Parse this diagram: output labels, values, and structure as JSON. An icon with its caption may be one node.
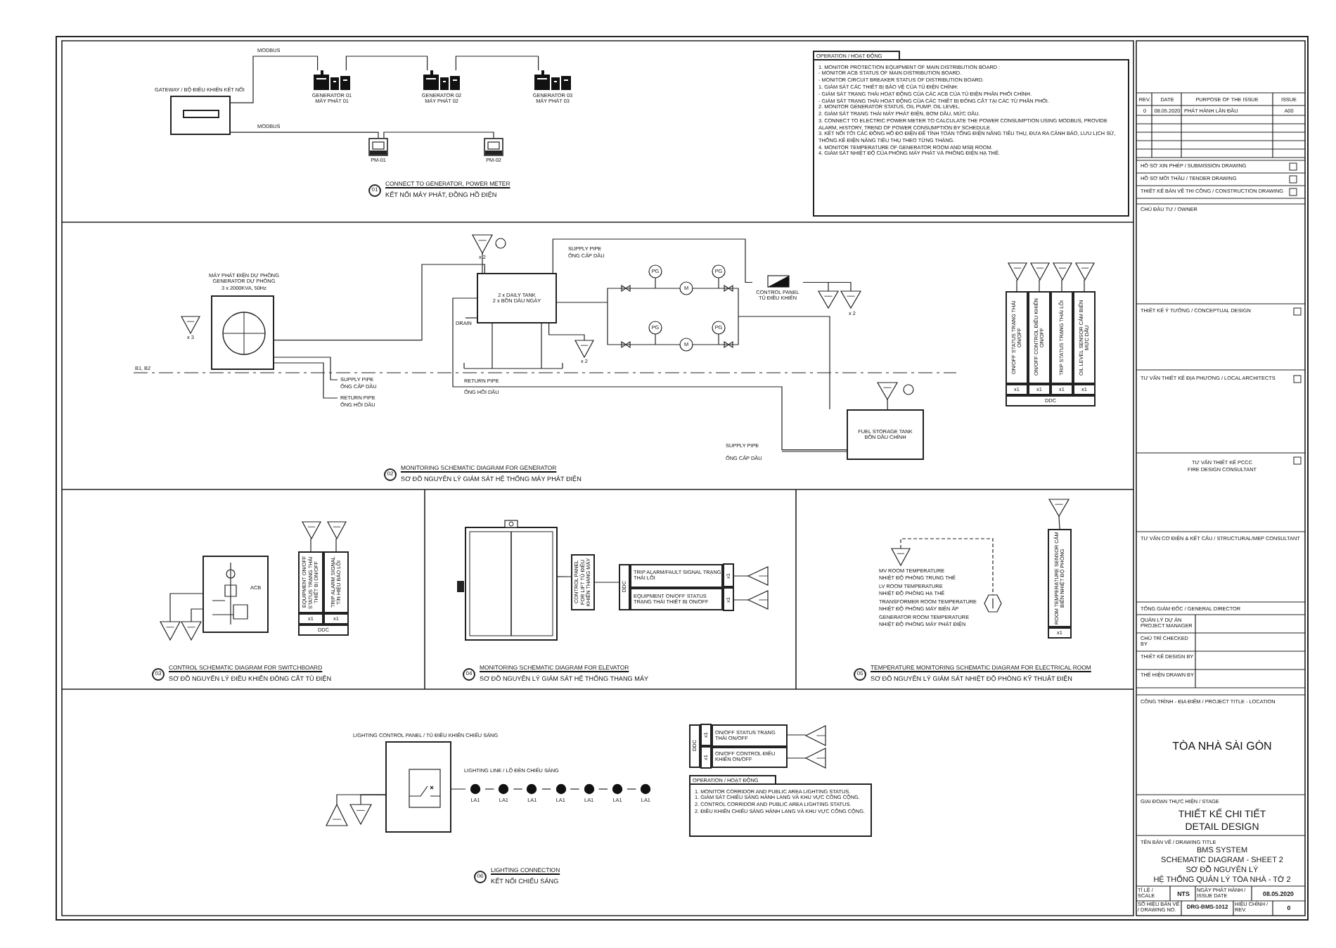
{
  "diagram": {
    "nodes": [
      {
        "text": [
          "GATEWAY / BỘ ĐIỀU KHIỂN KẾT NỐI"
        ]
      },
      {
        "text": [
          "GENERATOR 01",
          "MÁY PHÁT 01"
        ]
      },
      {
        "text": [
          "GENERATOR 02",
          "MÁY PHÁT 02"
        ]
      },
      {
        "text": [
          "GENERATOR 03",
          "MÁY PHÁT 03"
        ]
      },
      {
        "text": [
          "PM-01"
        ]
      },
      {
        "text": [
          "PM-02"
        ]
      },
      {
        "text": [
          "OPERATION / HOẠT ĐỘNG",
          "1. MONITOR PROTECTION EQUIPMENT OF MAIN DISTRIBUTION BOARD :",
          "- MONITOR ACB STATUS OF MAIN DISTRIBUTION BOARD.",
          "- MONITOR CIRCUIT BREAKER STATUS OF DISTRIBUTION BOARD.",
          "1. GIÁM SÁT CÁC THIẾT BỊ BẢO VỆ CỦA TỦ ĐIỆN CHÍNH:",
          "- GIÁM SÁT TRẠNG THÁI HOẠT ĐỘNG CỦA CÁC ACB CỦA TỦ ĐIỆN PHÂN PHỐI CHÍNH.",
          "- GIÁM SÁT TRẠNG THÁI HOẠT ĐỘNG CỦA CÁC THIẾT BỊ ĐÓNG CẮT TẠI CÁC TỦ PHÂN PHỐI.",
          "2. MONITOR GENERATOR STATUS, OIL PUMP, OIL LEVEL.",
          "2. GIÁM SÁT TRẠNG THÁI MÁY PHÁT ĐIỆN, BƠM DẦU, MỨC DẦU.",
          "3. CONNECT TO ELECTRIC POWER METER TO CALCULATE THE POWER CONSUMPTION USING MODBUS, PROVIDE ALARM, HISTORY, TREND OF POWER CONSUMPTION BY SCHEDULE.",
          "3. KẾT NỐI TỚI CÁC ĐỒNG HỒ ĐO ĐIỆN ĐỂ TÍNH TOÁN TỔNG ĐIỆN NĂNG TIÊU THỤ, ĐƯA RA CẢNH BÁO, LƯU LỊCH SỬ, THỐNG KÊ ĐIỆN NĂNG TIÊU THỤ THEO TỪNG THÁNG.",
          "4. MONITOR TEMPERATURE OF GENERATOR ROOM AND MSB ROOM.",
          "4. GIÁM SÁT NHIỆT ĐỘ CỦA PHÒNG MÁY PHÁT VÀ PHÒNG ĐIỆN HẠ THẾ."
        ]
      },
      {
        "text": [
          "MÁY PHÁT ĐIỆN DỰ PHÒNG",
          "GENERATOR DỰ PHÒNG",
          "3 x 2000KVA, 50Hz"
        ]
      },
      {
        "text": [
          "2 x DAILY TANK",
          "2 x BỒN DẦU NGÀY"
        ]
      },
      {
        "text": [
          "CONTROL PANEL",
          "TỦ ĐIỀU KHIỂN"
        ]
      },
      {
        "text": [
          "FUEL STORAGE TANK",
          "BỒN DẦU CHÍNH"
        ]
      },
      {
        "text": [
          "ON/OFF STATUS TRẠNG THÁI ON/OFF",
          "ON/OFF CONTROL ĐIỀU KHIỂN ON/OFF",
          "TRIP STATUS TRẠNG THÁI LỖI",
          "OIL LEVEL SENSOR CẢM BIẾN MỨC DẦU",
          "x1",
          "x1",
          "x1",
          "x1",
          "DDC"
        ]
      },
      {
        "text": [],
        "shape": "triangle",
        "beside": [
          "x 3"
        ]
      },
      {
        "text": [],
        "shape": "triangle",
        "beside": [
          "x 2"
        ]
      },
      {
        "text": [],
        "shape": "triangle",
        "beside": [
          "x 2"
        ]
      },
      {
        "text": [],
        "shape": "triangle"
      },
      {
        "text": [],
        "shape": "triangle"
      },
      {
        "text": [],
        "shape": "triangle"
      },
      {
        "text": [],
        "shape": "triangle"
      },
      {
        "text": [],
        "shape": "triangle"
      },
      {
        "text": [],
        "shape": "triangle"
      },
      {
        "text": [],
        "shape": "triangle"
      },
      {
        "text": [
          "ACB"
        ]
      },
      {
        "text": [
          "EQUIPMENT ON/OFF STATUS TRẠNG THÁI THIẾT BỊ ON/OFF",
          "TRIP ALARM SIGNAL TÍN HIỆU BÁO LỖI",
          "x1",
          "x1",
          "DDC"
        ]
      },
      {
        "text": [],
        "shape": "triangle"
      },
      {
        "text": [],
        "shape": "triangle"
      },
      {
        "text": [],
        "shape": "triangle"
      },
      {
        "text": [],
        "shape": "triangle"
      },
      {
        "text": [],
        "shape": "picture"
      },
      {
        "text": [
          "CONTROL PANEL FOR LIFT TỦ ĐIỀU KHIỂN THANG MÁY"
        ]
      },
      {
        "text": [
          "DDC",
          "TRIP ALARM/FAULT SIGNAL TRẠNG THÁI LỖI",
          "x1",
          "EQUIPMENT ON/OFF STATUS TRẠNG THÁI THIẾT BỊ ON/OFF",
          "x1"
        ]
      },
      {
        "text": [],
        "shape": "triangle"
      },
      {
        "text": [],
        "shape": "triangle"
      },
      {
        "text": [],
        "shape": "triangle"
      },
      {
        "text": [],
        "shape": "hexagon"
      },
      {
        "text": [
          "ROOM TEMPERATURE SENSOR CẢM BIẾN NHIỆT ĐỘ PHÒNG",
          "x1"
        ]
      },
      {
        "text": [],
        "shape": "triangle"
      },
      {
        "text": [
          "LIGHTING CONTROL PANEL / TỦ ĐIỀU KHIỂN CHIẾU SÁNG"
        ]
      },
      {
        "text": [],
        "shape": "triangle"
      },
      {
        "text": [],
        "shape": "triangle"
      },
      {
        "text": [
          "LA1"
        ]
      },
      {
        "text": [
          "LA1"
        ]
      },
      {
        "text": [
          "LA1"
        ]
      },
      {
        "text": [
          "LA1"
        ]
      },
      {
        "text": [
          "LA1"
        ]
      },
      {
        "text": [
          "LA1"
        ]
      },
      {
        "text": [
          "LA1"
        ]
      },
      {
        "text": [
          "DDC",
          "ON/OFF STATUS TRẠNG THÁI ON/OFF",
          "x1",
          "ON/OFF CONTROL ĐIỀU KHIỂN ON/OFF",
          "x1"
        ]
      },
      {
        "text": [],
        "shape": "triangle"
      },
      {
        "text": [],
        "shape": "triangle"
      },
      {
        "text": [
          "OPERATION / HOẠT ĐỘNG",
          "1. MONITOR CORRIDOR AND PUBLIC AREA LIGHTING STATUS.",
          "1. GIÁM SÁT CHIẾU SÁNG HÀNH LANG VÀ KHU VỰC CÔNG CỘNG.",
          "2. CONTROL CORRIDOR AND PUBLIC AREA LIGHTING STATUS.",
          "2. ĐIỀU KHIỂN CHIẾU SÁNG HÀNH LANG VÀ KHU VỰC CÔNG CỘNG."
        ]
      }
    ],
    "edges": [
      {
        "from": 0,
        "to": 1,
        "arrow": "none",
        "label": "MODBUS"
      },
      {
        "from": 1,
        "to": 2,
        "arrow": "none"
      },
      {
        "from": 2,
        "to": 3,
        "arrow": "none"
      },
      {
        "from": 0,
        "to": 4,
        "arrow": "none",
        "label": "MODBUS"
      },
      {
        "from": 4,
        "to": 5,
        "arrow": "none"
      },
      {
        "from": 7,
        "to": 8,
        "arrow": "none"
      },
      {
        "from": 8,
        "to": 10,
        "arrow": "none"
      },
      {
        "from": 8,
        "to": 9,
        "arrow": "none"
      },
      {
        "from": 13,
        "to": 8,
        "arrow": "none"
      },
      {
        "from": 8,
        "to": 14,
        "arrow": "none"
      },
      {
        "from": 9,
        "to": 15,
        "arrow": "none"
      },
      {
        "from": 9,
        "to": 16,
        "arrow": "none"
      },
      {
        "from": 17,
        "to": 10,
        "arrow": "none"
      },
      {
        "from": 18,
        "to": 11,
        "arrow": "none"
      },
      {
        "from": 19,
        "to": 11,
        "arrow": "none"
      },
      {
        "from": 20,
        "to": 11,
        "arrow": "none"
      },
      {
        "from": 21,
        "to": 11,
        "arrow": "none"
      },
      {
        "from": 24,
        "to": 22,
        "arrow": "none"
      },
      {
        "from": 25,
        "to": 22,
        "arrow": "none"
      },
      {
        "from": 26,
        "to": 23,
        "arrow": "none"
      },
      {
        "from": 27,
        "to": 23,
        "arrow": "none"
      },
      {
        "from": 28,
        "to": 29,
        "arrow": "none"
      },
      {
        "from": 29,
        "to": 30,
        "arrow": "none"
      },
      {
        "from": 30,
        "to": 31,
        "arrow": "none"
      },
      {
        "from": 30,
        "to": 32,
        "arrow": "none"
      },
      {
        "from": 33,
        "to": 34,
        "arrow": "none",
        "style": "dashed"
      },
      {
        "from": 36,
        "to": 35,
        "arrow": "none"
      },
      {
        "from": 38,
        "to": 37,
        "arrow": "none"
      },
      {
        "from": 39,
        "to": 37,
        "arrow": "none"
      },
      {
        "from": 37,
        "to": 40,
        "arrow": "none"
      },
      {
        "from": 40,
        "to": 41,
        "arrow": "none"
      },
      {
        "from": 41,
        "to": 42,
        "arrow": "none"
      },
      {
        "from": 42,
        "to": 43,
        "arrow": "none"
      },
      {
        "from": 43,
        "to": 44,
        "arrow": "none"
      },
      {
        "from": 44,
        "to": 45,
        "arrow": "none"
      },
      {
        "from": 45,
        "to": 46,
        "arrow": "none"
      },
      {
        "from": 47,
        "to": 48,
        "arrow": "none"
      },
      {
        "from": 47,
        "to": 49,
        "arrow": "none"
      }
    ],
    "labels": [
      "01",
      "CONNECT TO GENERATOR, POWER METER",
      "KẾT NỐI MÁY PHÁT, ĐỒNG HỒ ĐIỆN",
      "x 2",
      "SUPPLY PIPE",
      "ỐNG CẤP DẦU",
      "DRAIN",
      "SUPPLY PIPE",
      "ỐNG CẤP DẦU",
      "RETURN PIPE",
      "ỐNG HỒI DẦU",
      "RETURN PIPE",
      "ỐNG HỒI DẦU",
      "SUPPLY PIPE",
      "ỐNG CẤP DẦU",
      "B1, B2",
      "PG",
      "PG",
      "PG",
      "PG",
      "M",
      "M",
      "02",
      "MONITORING SCHEMATIC DIAGRAM FOR GENERATOR",
      "SƠ ĐỒ NGUYÊN LÝ GIÁM SÁT HỆ THỐNG MÁY PHÁT ĐIỆN",
      "03",
      "CONTROL SCHEMATIC DIAGRAM FOR SWITCHBOARD",
      "SƠ ĐỒ NGUYÊN LÝ ĐIỀU KHIỂN ĐÓNG CẮT TỦ ĐIỆN",
      "04",
      "MONITORING SCHEMATIC DIAGRAM FOR ELEVATOR",
      "SƠ ĐỒ NGUYÊN LÝ GIÁM SÁT HỆ THỐNG THANG MÁY",
      "MV ROOM TEMPERATURE",
      "NHIỆT ĐỘ PHÒNG TRUNG THẾ",
      "LV ROOM TEMPERATURE",
      "NHIỆT ĐỘ PHÒNG HẠ THẾ",
      "TRANSFORMER ROOM TEMPERATURE",
      "NHIỆT ĐỘ PHÒNG MÁY BIẾN ÁP",
      "GENERATOR ROOM TEMPERATURE",
      "NHIỆT ĐỘ PHÒNG MÁY PHÁT ĐIỆN",
      "05",
      "TEMPERATURE MONITORING SCHEMATIC DIAGRAM FOR ELECTRICAL ROOM",
      "SƠ ĐỒ NGUYÊN LÝ GIÁM SÁT NHIỆT ĐỘ PHÒNG KỸ THUẬT ĐIỆN",
      "LIGHTING LINE / LỘ ĐÈN CHIẾU SÁNG",
      "06",
      "LIGHTING CONNECTION",
      "KẾT NỐI CHIẾU SÁNG",
      "REV.",
      "DATE",
      "PURPOSE OF THE ISSUE",
      "ISSUE",
      "0",
      "08.05.2020",
      "PHÁT HÀNH LẦN ĐẦU",
      "A00",
      "HỒ SƠ XIN PHÉP / SUBMISSION DRAWING",
      "HỒ SƠ MỜI THẦU / TENDER DRAWING",
      "THIẾT KẾ BẢN VẼ THI CÔNG / CONSTRUCTION DRAWING",
      "CHỦ ĐẦU TƯ / OWNER",
      "THIẾT KẾ Ý TƯỞNG / CONCEPTUAL DESIGN",
      "TƯ VẤN THIẾT KẾ ĐỊA PHƯƠNG / LOCAL ARCHITECTS",
      "TƯ VẤN THIẾT KẾ PCCC",
      "FIRE DESIGN CONSULTANT",
      "TƯ VẤN CƠ ĐIỆN & KẾT CẤU / STRUCTURAL/MEP CONSULTANT",
      "TỔNG GIÁM ĐỐC / GENERAL DIRECTOR",
      "QUẢN LÝ DỰ ÁN PROJECT MANAGER",
      "CHỦ TRÌ CHECKED BY",
      "THIẾT KẾ DESIGN BY",
      "THỂ HIỆN DRAWN BY",
      "CÔNG TRÌNH - ĐỊA ĐIỂM / PROJECT TITLE - LOCATION",
      "TÒA NHÀ SÀI GÒN",
      "GIAI ĐOẠN THỰC HIỆN / STAGE",
      "THIẾT KẾ CHI TIẾT",
      "DETAIL DESIGN",
      "TÊN BẢN VẼ / DRAWING TITLE",
      "BMS SYSTEM",
      "SCHEMATIC DIAGRAM - SHEET 2",
      "SƠ ĐỒ NGUYÊN LÝ",
      "HỆ THỐNG QUẢN LÝ TÒA NHÀ - TỜ 2",
      "TỈ LỆ / SCALE",
      "NTS",
      "NGÀY PHÁT HÀNH / ISSUE DATE",
      "08.05.2020",
      "SỐ HIỆU BẢN VẼ / DRAWING NO.",
      "DRG-BMS-1012",
      "HIỆU CHỈNH / REV.",
      "0"
    ]
  }
}
